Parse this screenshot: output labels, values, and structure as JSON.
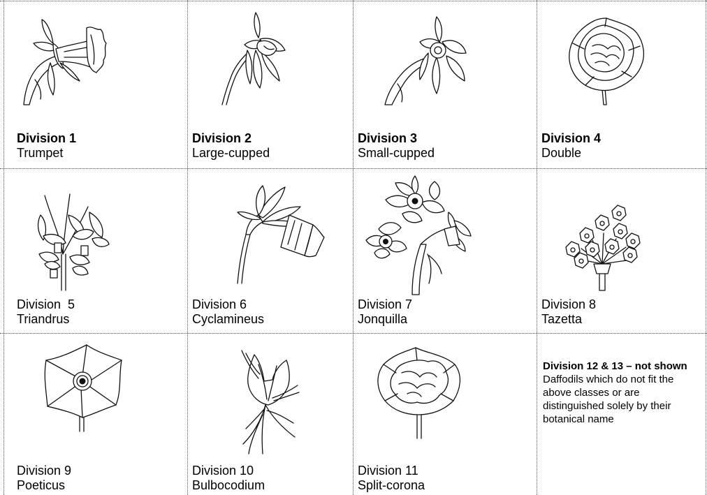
{
  "divisions": [
    {
      "title": "Division 1",
      "name": "Trumpet",
      "bold": true,
      "icon": "trumpet-daffodil-icon"
    },
    {
      "title": "Division 2",
      "name": "Large-cupped",
      "bold": true,
      "icon": "large-cupped-daffodil-icon"
    },
    {
      "title": "Division 3",
      "name": "Small-cupped",
      "bold": true,
      "icon": "small-cupped-daffodil-icon"
    },
    {
      "title": "Division 4",
      "name": "Double",
      "bold": true,
      "icon": "double-daffodil-icon"
    },
    {
      "title": "Division  5",
      "name": "Triandrus",
      "bold": false,
      "icon": "triandrus-daffodil-icon"
    },
    {
      "title": "Division 6",
      "name": "Cyclamineus",
      "bold": false,
      "icon": "cyclamineus-daffodil-icon"
    },
    {
      "title": "Division 7",
      "name": "Jonquilla",
      "bold": false,
      "icon": "jonquilla-daffodil-icon"
    },
    {
      "title": "Division 8",
      "name": "Tazetta",
      "bold": false,
      "icon": "tazetta-daffodil-icon"
    },
    {
      "title": "Division 9",
      "name": "Poeticus",
      "bold": false,
      "icon": "poeticus-daffodil-icon"
    },
    {
      "title": "Division 10",
      "name": "Bulbocodium",
      "bold": false,
      "icon": "bulbocodium-daffodil-icon"
    },
    {
      "title": "Division 11",
      "name": "Split-corona",
      "bold": false,
      "icon": "split-corona-daffodil-icon"
    }
  ],
  "note": {
    "title": "Division 12 & 13 – not shown",
    "text": "Daffodils which do not fit the above classes or are distinguished solely by their botanical name"
  }
}
